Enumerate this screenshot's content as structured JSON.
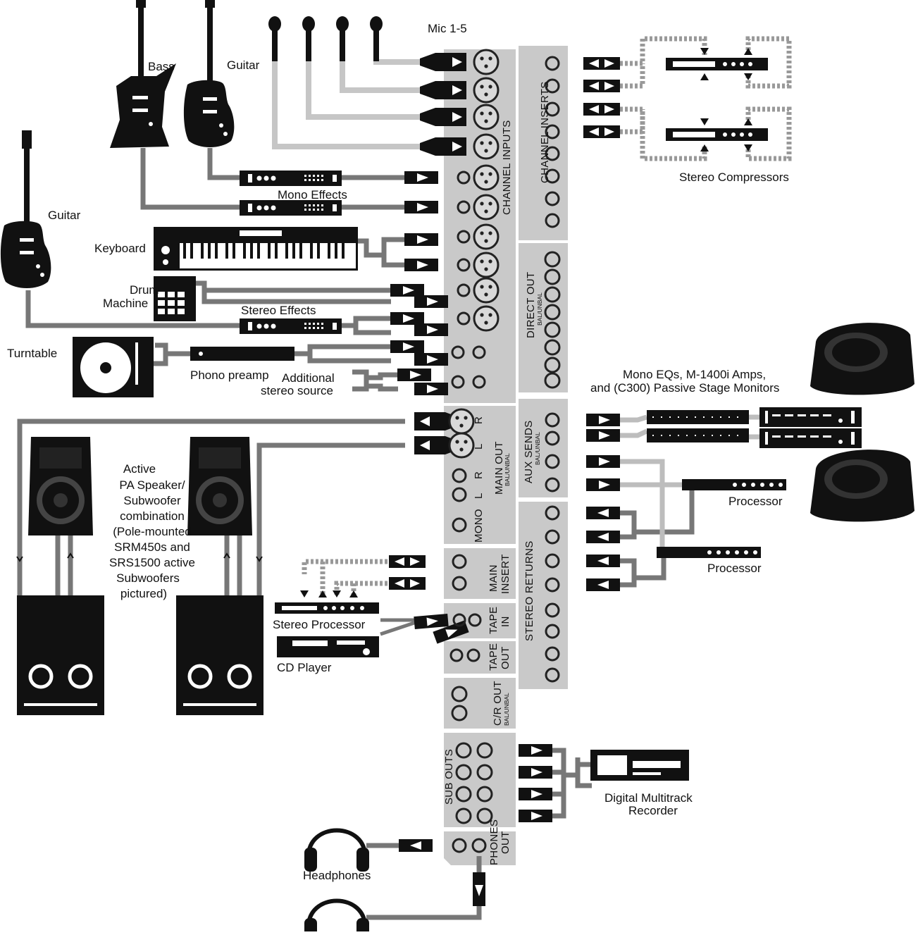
{
  "diagram": {
    "source_labels": {
      "mics": "Mic 1-5",
      "bass": "Bass",
      "guitar_top": "Guitar",
      "guitar_left": "Guitar",
      "keyboard": "Keyboard",
      "drum_machine_1": "Drum",
      "drum_machine_2": "Machine",
      "turntable": "Turntable",
      "phono_preamp": "Phono preamp",
      "additional_1": "Additional",
      "additional_2": "stereo source",
      "mono_effects": "Mono Effects",
      "stereo_effects": "Stereo Effects",
      "stereo_compressors": "Stereo Compressors"
    },
    "monitor_labels": {
      "line1": "Mono EQs, M-1400i Amps,",
      "line2": "and (C300) Passive Stage Monitors"
    },
    "pa_labels": [
      "Active",
      "PA Speaker/",
      "Subwoofer",
      "combination",
      "(Pole-mounted",
      "SRM450s and",
      "SRS1500 active",
      "Subwoofers",
      "pictured)"
    ],
    "processor_labels": {
      "processor_upper": "Processor",
      "processor_lower": "Processor",
      "stereo_processor": "Stereo Processor",
      "cd_player": "CD Player"
    },
    "recorder_labels": {
      "line1": "Digital Multitrack",
      "line2": "Recorder"
    },
    "headphones_label": "Headphones",
    "panel_labels": {
      "channel_inputs": "CHANNEL INPUTS",
      "channel_inserts": "CHANNEL INSERTS",
      "direct_out": "DIRECT OUT",
      "direct_out_sub": "BAL/UNBAL",
      "main_out": "MAIN OUT",
      "main_out_sub": "BAL/UNBAL",
      "mono": "MONO",
      "aux_sends": "AUX  SENDS",
      "aux_sends_sub": "BAL/UNBAL",
      "stereo_returns": "STEREO RETURNS",
      "main_insert_1": "MAIN",
      "main_insert_2": "INSERT",
      "tape_in_1": "TAPE",
      "tape_in_2": "IN",
      "tape_out_1": "TAPE",
      "tape_out_2": "OUT",
      "cr_out": "C/R OUT",
      "cr_out_sub": "BAL/UNBAL",
      "sub_outs": "SUB OUTS",
      "phones_1": "PHONES",
      "phones_2": "OUT",
      "r1": "R",
      "l1": "L",
      "r2": "R",
      "l2": "L"
    }
  },
  "colors": {
    "cable": "#777777",
    "cable_light": "#bdbdbd",
    "panel": "#c9c9c9",
    "gear": "#111111"
  }
}
